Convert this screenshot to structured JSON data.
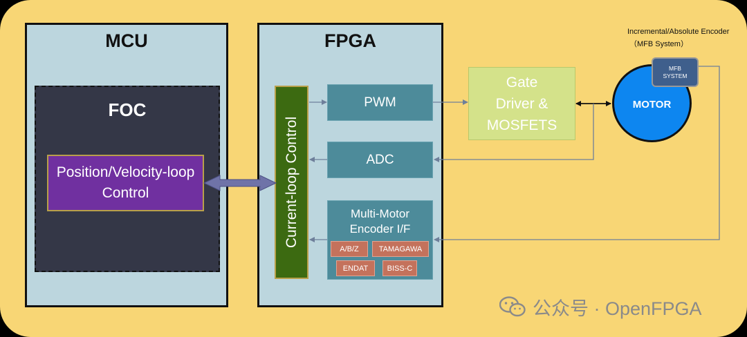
{
  "mcu": {
    "title": "MCU",
    "foc_title": "FOC",
    "pos_vel_control": "Position/Velocity-loop Control"
  },
  "fpga": {
    "title": "FPGA",
    "current_loop": "Current-loop Control",
    "pwm": "PWM",
    "adc": "ADC",
    "encoder_if": "Multi-Motor Encoder I/F",
    "chips": [
      "A/B/Z",
      "TAMAGAWA",
      "ENDAT",
      "BISS-C"
    ]
  },
  "gate_driver": "Gate Driver & MOSFETS",
  "motor": "MOTOR",
  "encoder": {
    "label_line1": "Incremental/Absolute Encoder",
    "label_line2": "（MFB System）",
    "box": "MFB SYSTEM"
  },
  "watermark": "公众号 · OpenFPGA",
  "colors": {
    "background": "#f8d675",
    "panel": "#bcd6de",
    "foc_box": "#343747",
    "pos_vel_box": "#7030a0",
    "current_loop": "#3c6a11",
    "teal_block": "#4d8b9a",
    "gate_driver": "#d4e28a",
    "motor": "#0d86f0",
    "chip": "#c4725c"
  }
}
